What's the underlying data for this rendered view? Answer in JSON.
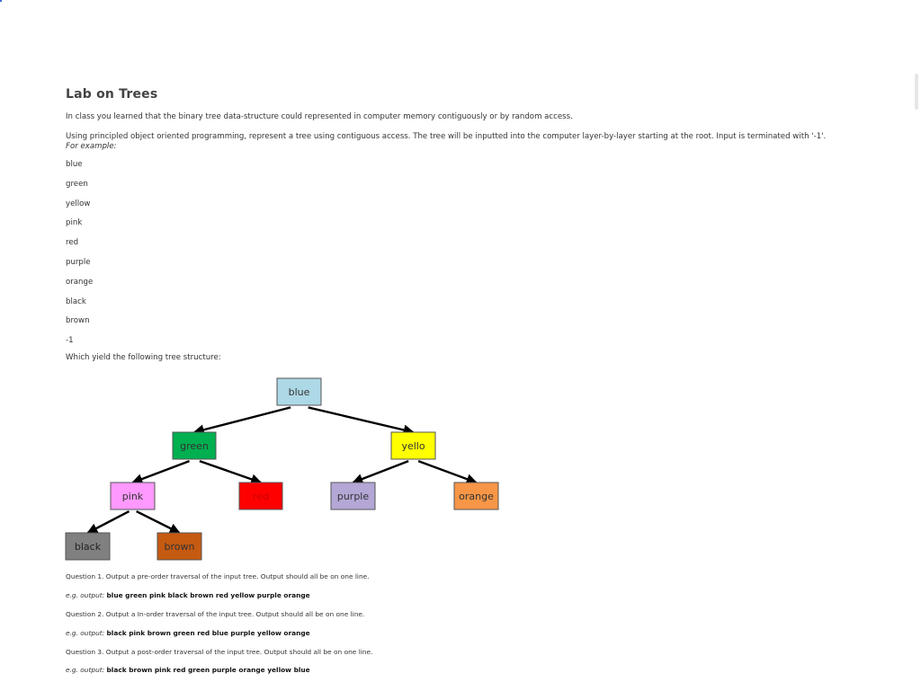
{
  "page": {
    "title": "Lab on Trees",
    "intro": "In class you learned that the binary tree data-structure could represented in computer memory contiguously or by random access.",
    "instruction": "Using principled object oriented programming, represent a tree using contiguous access. The tree will be inputted into the computer layer-by-layer starting at the root. Input is terminated with '-1'.",
    "example_label": "For example:",
    "inputs": [
      "blue",
      "green",
      "yellow",
      "pink",
      "red",
      "purple",
      "orange",
      "black",
      "brown",
      "-1"
    ],
    "yield_text": "Which yield the following tree structure:"
  },
  "tree": {
    "nodes": [
      {
        "id": "blue",
        "label": "blue",
        "fill": "#add8e6",
        "text_color": "#333333"
      },
      {
        "id": "green",
        "label": "green",
        "fill": "#00b050",
        "text_color": "#333333"
      },
      {
        "id": "yello",
        "label": "yello",
        "fill": "#ffff00",
        "text_color": "#333333"
      },
      {
        "id": "pink",
        "label": "pink",
        "fill": "#ff99ff",
        "text_color": "#333333"
      },
      {
        "id": "red",
        "label": "red",
        "fill": "#ff0000",
        "text_color": "#cc0000"
      },
      {
        "id": "purple",
        "label": "purple",
        "fill": "#b4a7d6",
        "text_color": "#333333"
      },
      {
        "id": "orange",
        "label": "orange",
        "fill": "#f79646",
        "text_color": "#333333"
      },
      {
        "id": "black",
        "label": "black",
        "fill": "#808080",
        "text_color": "#222222"
      },
      {
        "id": "brown",
        "label": "brown",
        "fill": "#c55a11",
        "text_color": "#333333"
      }
    ],
    "edges": [
      [
        "blue",
        "green"
      ],
      [
        "blue",
        "yello"
      ],
      [
        "green",
        "pink"
      ],
      [
        "green",
        "red"
      ],
      [
        "yello",
        "purple"
      ],
      [
        "yello",
        "orange"
      ],
      [
        "pink",
        "black"
      ],
      [
        "pink",
        "brown"
      ]
    ]
  },
  "questions": [
    {
      "text": "Question 1. Output a pre-order traversal of the input tree. Output should all be on one line.",
      "lead": "e.g. output:",
      "answer": "blue green pink black brown red yellow purple orange"
    },
    {
      "text": "Question 2. Output a In-order traversal of the input tree. Output should all be on one line.",
      "lead": "e.g. output:",
      "answer": "black pink brown green red blue purple yellow orange"
    },
    {
      "text": "Question 3. Output a post-order traversal of the input tree. Output should all be on one line.",
      "lead": "e.g. output:",
      "answer": "black brown pink red green purple orange yellow blue"
    }
  ]
}
